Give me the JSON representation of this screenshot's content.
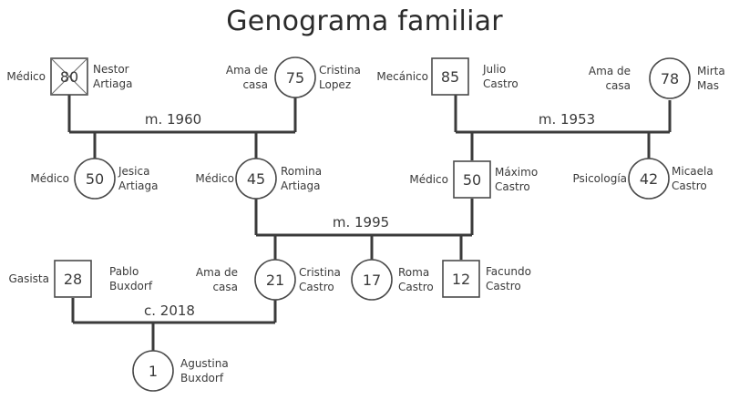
{
  "title": "Genograma familiar",
  "people": {
    "nestor": {
      "age": "80",
      "name": [
        "Nestor",
        "Artiaga"
      ],
      "occupation": [
        "Médico"
      ]
    },
    "cristina": {
      "age": "75",
      "name": [
        "Cristina",
        "Lopez"
      ],
      "occupation": [
        "Ama de",
        "casa"
      ]
    },
    "julio": {
      "age": "85",
      "name": [
        "Julio",
        "Castro"
      ],
      "occupation": [
        "Mecánico"
      ]
    },
    "mirta": {
      "age": "78",
      "name": [
        "Mirta",
        "Mas"
      ],
      "occupation": [
        "Ama de",
        "casa"
      ]
    },
    "jesica": {
      "age": "50",
      "name": [
        "Jesica",
        "Artiaga"
      ],
      "occupation": [
        "Médico"
      ]
    },
    "romina": {
      "age": "45",
      "name": [
        "Romina",
        "Artiaga"
      ],
      "occupation": [
        "Médico"
      ]
    },
    "maximo": {
      "age": "50",
      "name": [
        "Máximo",
        "Castro"
      ],
      "occupation": [
        "Médico"
      ]
    },
    "micaela": {
      "age": "42",
      "name": [
        "Micaela",
        "Castro"
      ],
      "occupation": [
        "Psicología"
      ]
    },
    "pablo": {
      "age": "28",
      "name": [
        "Pablo",
        "Buxdorf"
      ],
      "occupation": [
        "Gasista"
      ]
    },
    "cristinaC": {
      "age": "21",
      "name": [
        "Cristina",
        "Castro"
      ],
      "occupation": [
        "Ama de",
        "casa"
      ]
    },
    "roma": {
      "age": "17",
      "name": [
        "Roma",
        "Castro"
      ],
      "occupation": []
    },
    "facundo": {
      "age": "12",
      "name": [
        "Facundo",
        "Castro"
      ],
      "occupation": []
    },
    "agustina": {
      "age": "1",
      "name": [
        "Agustina",
        "Buxdorf"
      ],
      "occupation": []
    }
  },
  "relations": {
    "artiaga_lopez": "m. 1960",
    "castro_mas": "m. 1953",
    "artiaga_castro": "m. 1995",
    "buxdorf_castro": "c. 2018"
  }
}
